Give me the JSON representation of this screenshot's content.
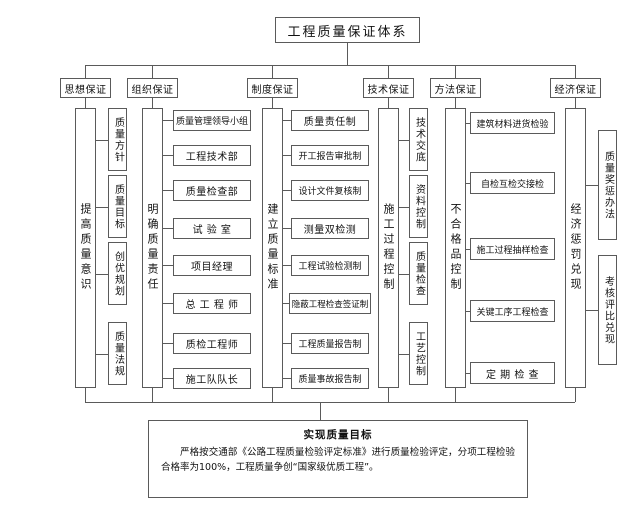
{
  "diagram": {
    "title": "工程质量保证体系",
    "headers": [
      {
        "label": "思想保证"
      },
      {
        "label": "组织保证"
      },
      {
        "label": "制度保证"
      },
      {
        "label": "技术保证"
      },
      {
        "label": "方法保证"
      },
      {
        "label": "经济保证"
      }
    ],
    "columns": [
      {
        "spine": "提高质量意识",
        "items": [
          "质量方针",
          "质量目标",
          "创优规划",
          "质量法规"
        ],
        "orientation": "vertical"
      },
      {
        "spine": "明确质量责任",
        "items": [
          "质量管理领导小组",
          "工程技术部",
          "质量检查部",
          "试 验 室",
          "项目经理",
          "总 工 程 师",
          "质检工程师",
          "施工队队长"
        ],
        "orientation": "horizontal"
      },
      {
        "spine": "建立质量标准",
        "items": [
          "质量责任制",
          "开工报告审批制",
          "设计文件复核制",
          "测量双检测",
          "工程试验检测制",
          "隐蔽工程检查签证制",
          "工程质量报告制",
          "质量事故报告制"
        ],
        "orientation": "horizontal"
      },
      {
        "spine": "施工过程控制",
        "items": [
          "技术交底",
          "资料控制",
          "质量检查",
          "工艺控制"
        ],
        "orientation": "vertical"
      },
      {
        "spine": "不合格品控制",
        "items": [
          "建筑材料进货检验",
          "自检互检交接检",
          "施工过程抽样检查",
          "关键工序工程检查",
          "定 期 检 查"
        ],
        "orientation": "horizontal"
      },
      {
        "spine": "经济惩罚兑现",
        "items": [
          "质量奖惩办法",
          "考核评比兑现"
        ],
        "orientation": "vertical"
      }
    ],
    "summary": {
      "title": "实现质量目标",
      "body": "严格按交通部《公路工程质量检验评定标准》进行质量检验评定，分项工程检验合格率为100%，工程质量争创“国家级优质工程”。"
    },
    "colors": {
      "line": "#5a5a5a",
      "text": "#111111",
      "background": "#ffffff"
    }
  }
}
